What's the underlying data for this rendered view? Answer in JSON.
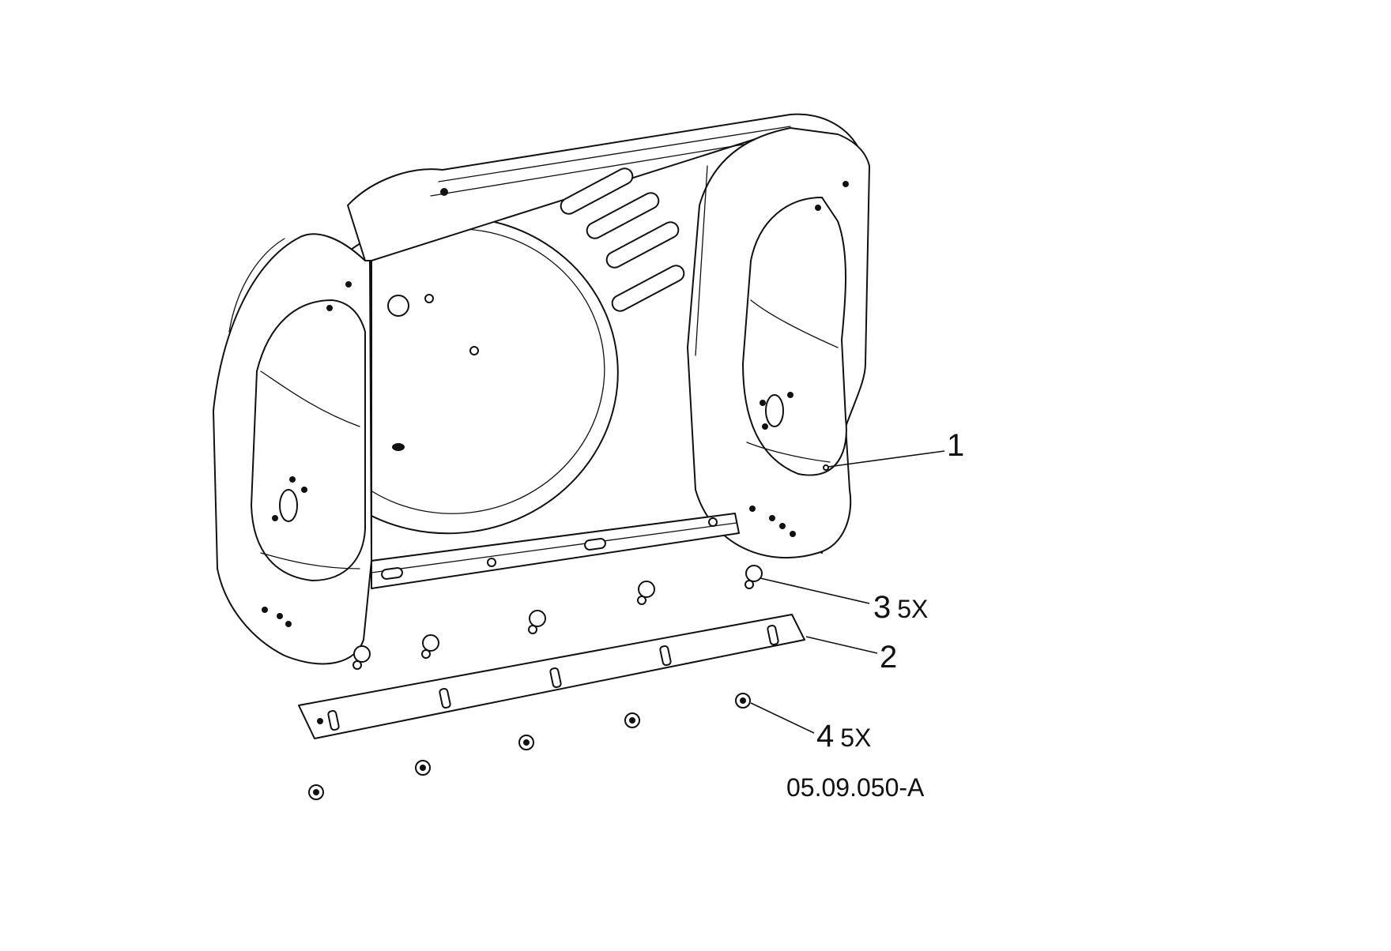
{
  "callouts": [
    {
      "id": "1",
      "number": "1",
      "qty": ""
    },
    {
      "id": "2",
      "number": "2",
      "qty": ""
    },
    {
      "id": "3",
      "number": "3",
      "qty": "5X"
    },
    {
      "id": "4",
      "number": "4",
      "qty": "5X"
    }
  ],
  "drawing_code": "05.09.050-A",
  "colors": {
    "line": "#111111",
    "background": "#ffffff"
  }
}
